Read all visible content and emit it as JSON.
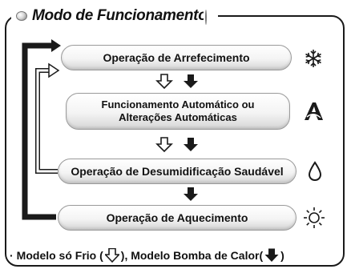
{
  "title": "Modo de Funcionamento",
  "modes": [
    {
      "label": "Operação de Arrefecimento",
      "icon": "snowflake-icon"
    },
    {
      "label_line1": "Funcionamento Automático ou",
      "label_line2": "Alterações Automáticas",
      "icon": "auto-mode-icon"
    },
    {
      "label": "Operação de Desumidificação Saudável",
      "icon": "water-drop-icon"
    },
    {
      "label": "Operação de Aquecimento",
      "icon": "sun-icon"
    }
  ],
  "legend": {
    "bullet": "·",
    "prefix": "Modelo só Frio (",
    "middle": "), Modelo Bomba de Calor(",
    "suffix": " )",
    "icons": [
      "outline-down-arrow-icon",
      "solid-down-arrow-icon"
    ]
  },
  "colors": {
    "text": "#111111",
    "line": "#1a1a1a",
    "button_bottom": "#d6d6d6"
  }
}
